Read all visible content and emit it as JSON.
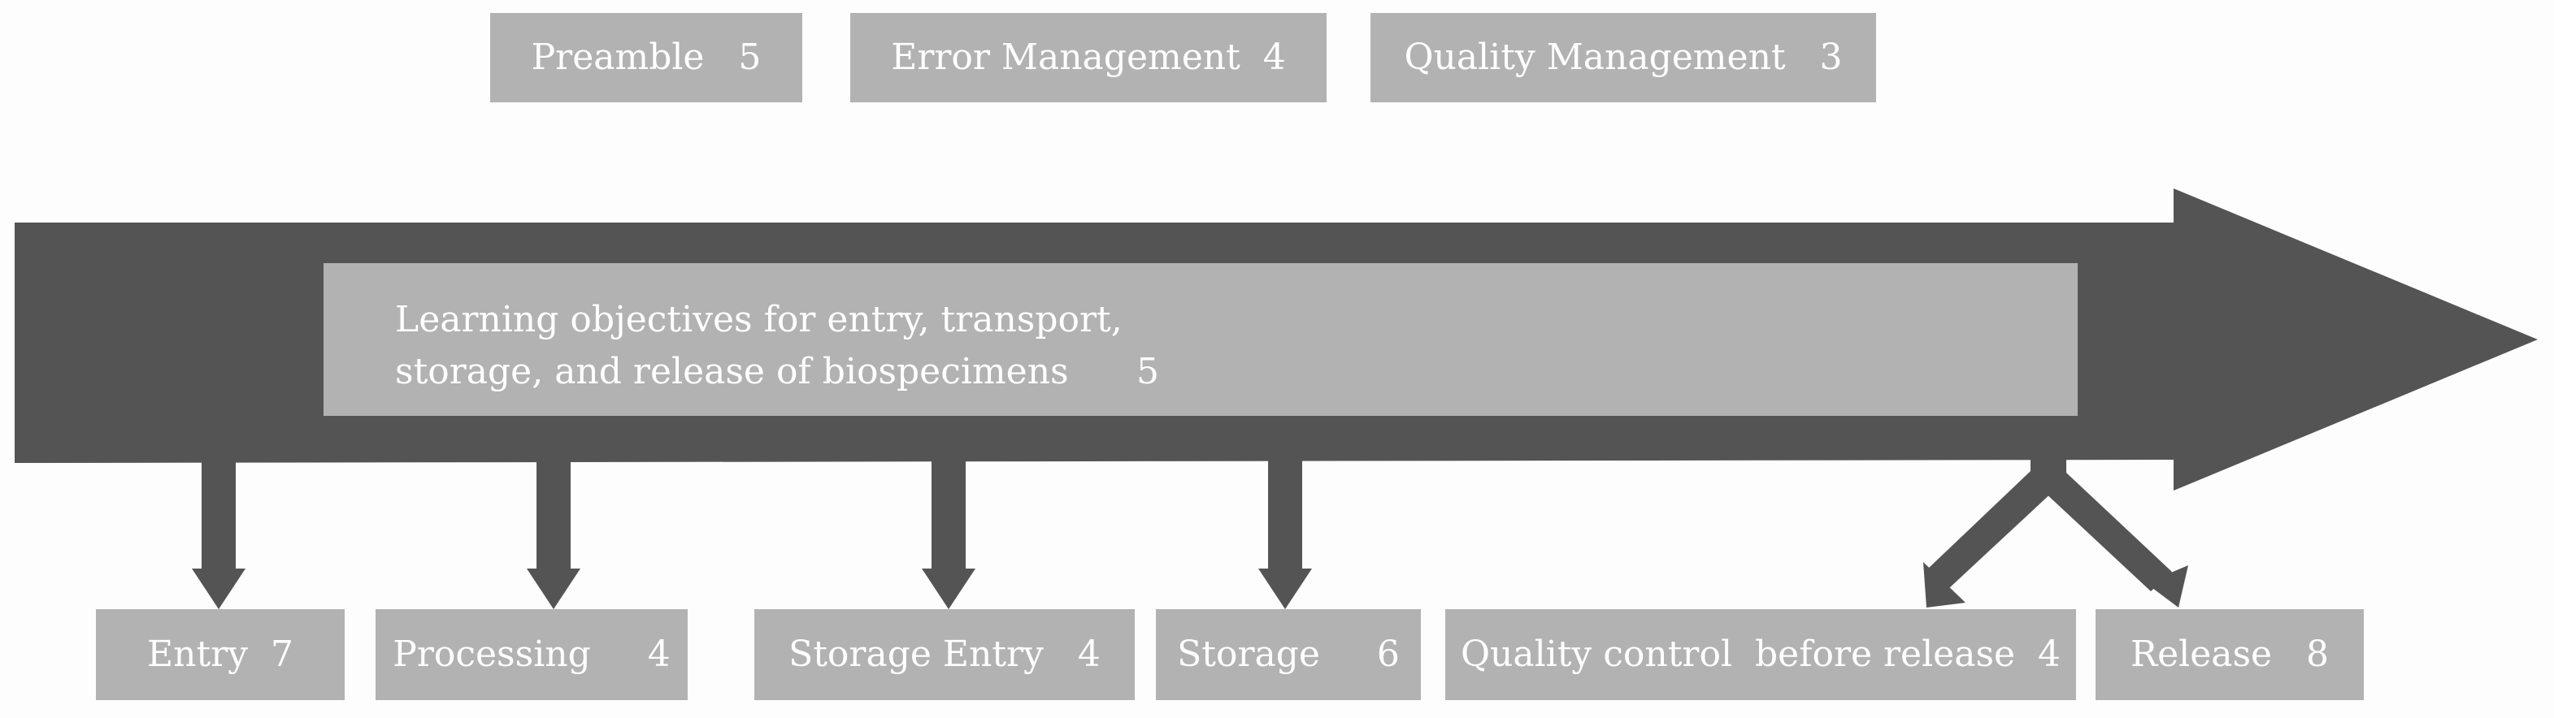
{
  "top_boxes": [
    {
      "label": "Preamble   5"
    },
    {
      "label": "Error Management  4"
    },
    {
      "label": "Quality Management   3"
    }
  ],
  "main_arrow": {
    "objectives_line1": "Learning objectives for entry, transport,",
    "objectives_line2": "storage, and release of biospecimens",
    "objectives_count": "5"
  },
  "bottom_boxes": [
    {
      "label": "Entry  7"
    },
    {
      "label": "Processing     4"
    },
    {
      "label": "Storage Entry   4"
    },
    {
      "label": "Storage     6"
    },
    {
      "label": "Quality control  before release  4"
    },
    {
      "label": "Release   8"
    }
  ],
  "colors": {
    "arrow": "#545454",
    "box": "#b2b2b2",
    "text": "#ffffff",
    "background": "#fdfdfd"
  }
}
